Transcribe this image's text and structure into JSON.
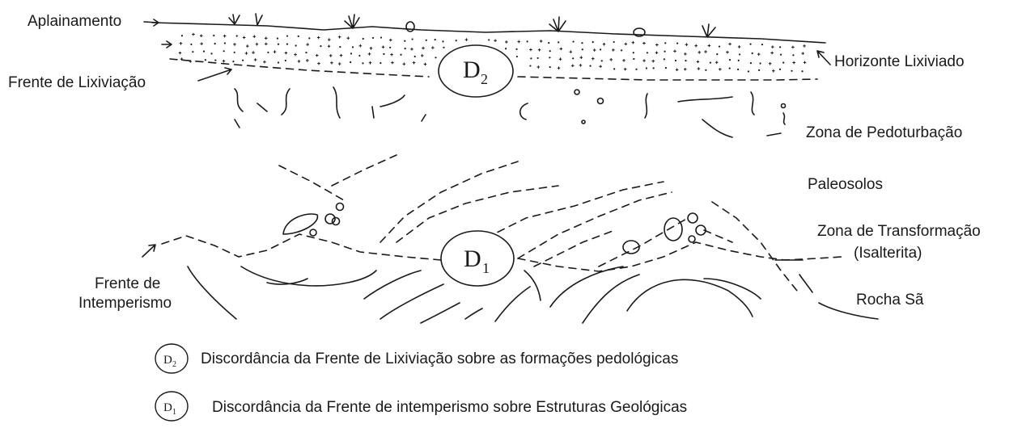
{
  "labels": {
    "aplainamento": "Aplainamento",
    "frente_lixiviacao": "Frente de Lixiviação",
    "horizonte_lixiviado": "Horizonte Lixiviado",
    "zona_pedoturbacao": "Zona de Pedoturbação",
    "paleosolos": "Paleosolos",
    "zona_transformacao": "Zona de Transformação",
    "isalterita": "(Isalterita)",
    "frente_intemperismo_1": "Frente de",
    "frente_intemperismo_2": "Intemperismo",
    "rocha_sa": "Rocha Sã"
  },
  "markers": {
    "d2": {
      "letter": "D",
      "sub": "2"
    },
    "d1": {
      "letter": "D",
      "sub": "1"
    }
  },
  "legend": {
    "d2_text": "Discordância da Frente de Lixiviação sobre as formações pedológicas",
    "d1_text": "Discordância da Frente de intemperismo sobre Estruturas Geológicas"
  }
}
